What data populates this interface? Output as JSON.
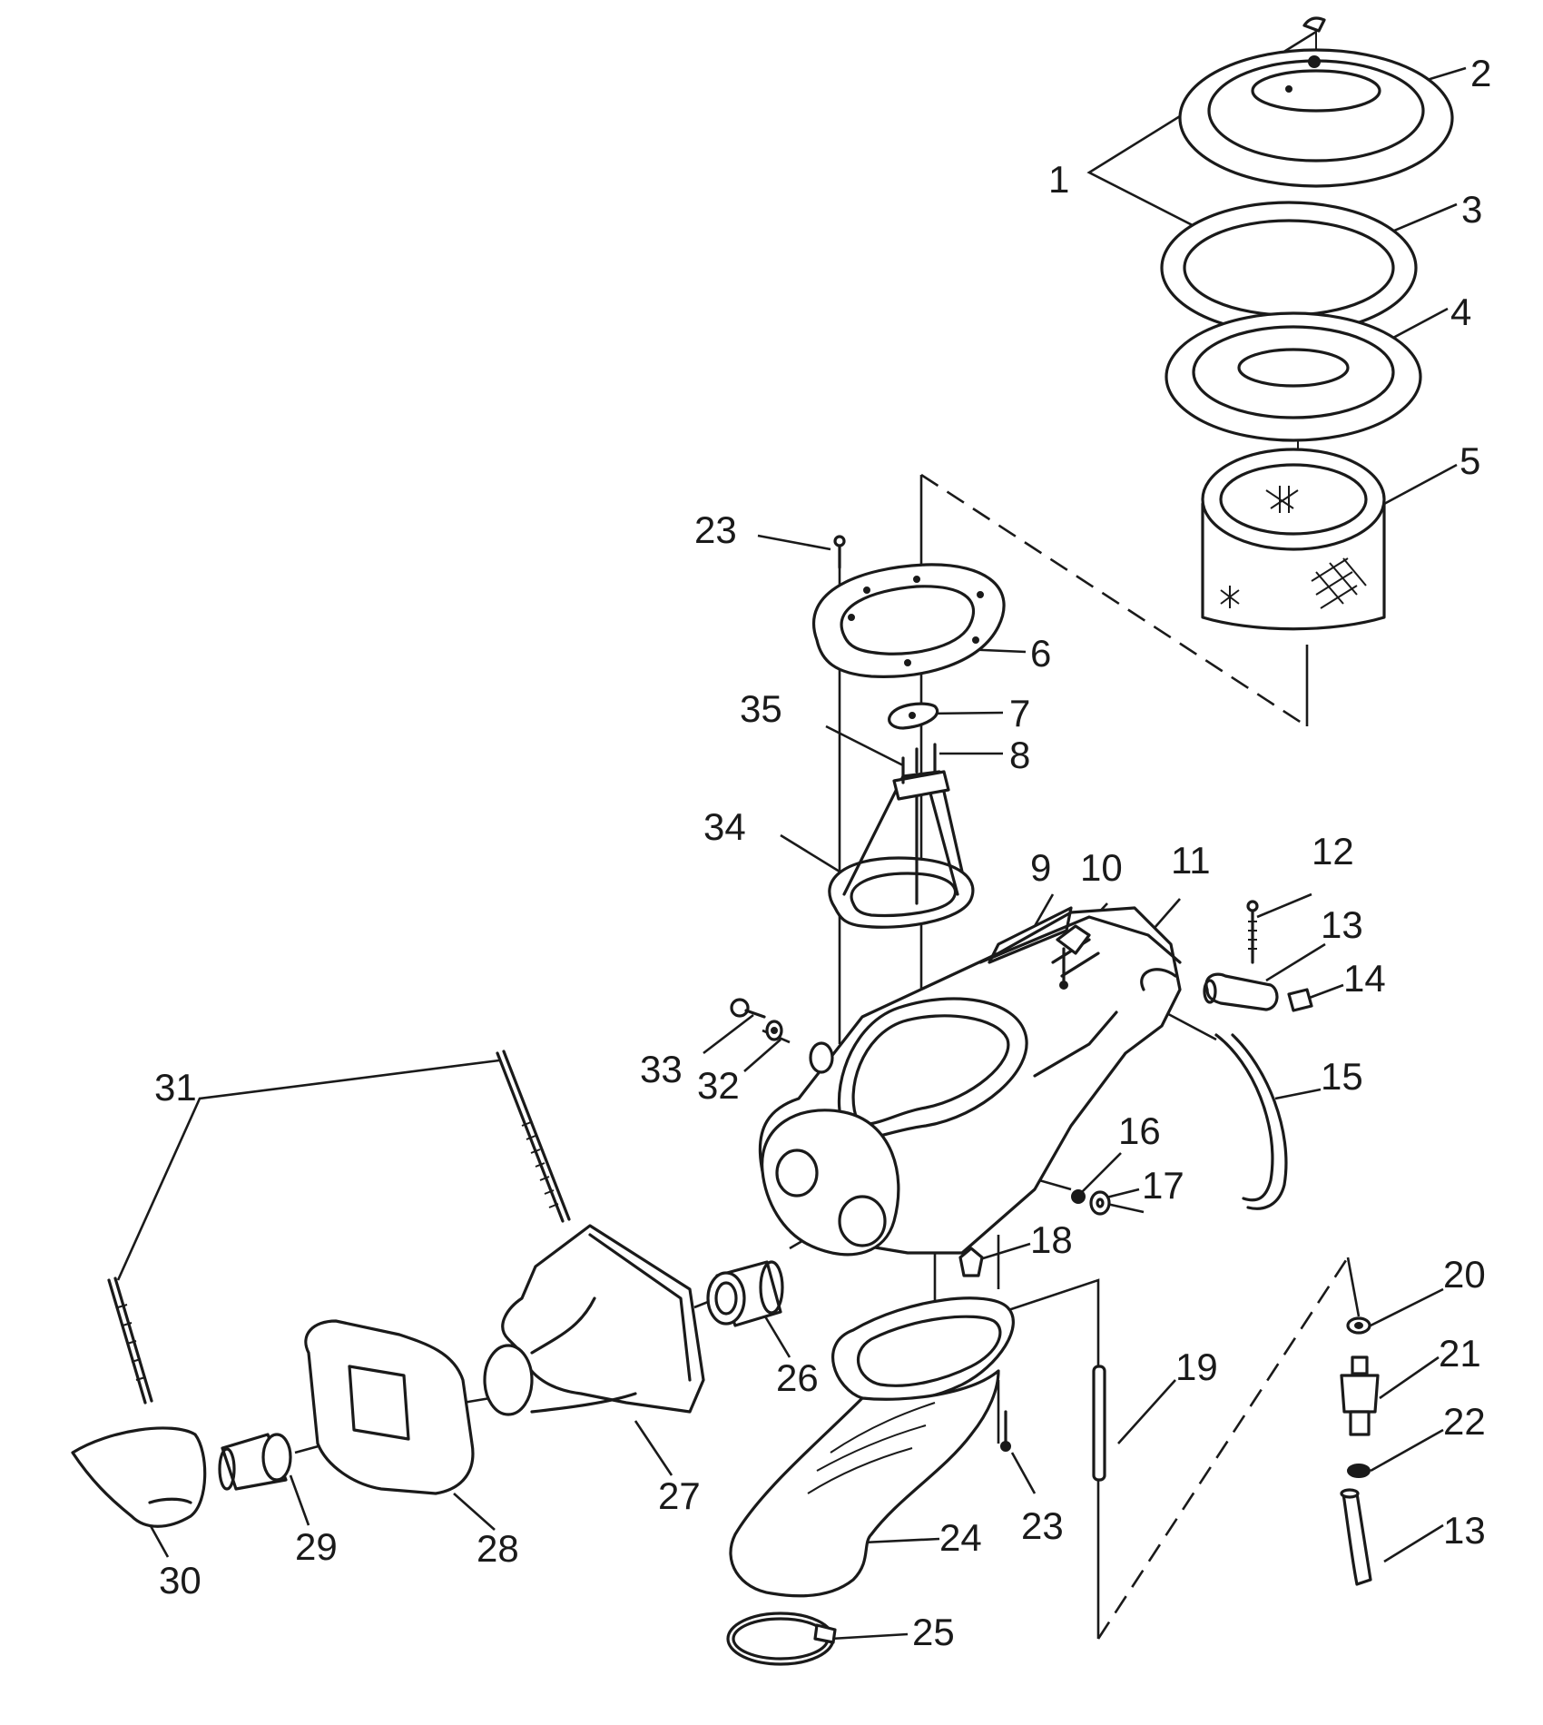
{
  "diagram": {
    "callouts": [
      {
        "id": "c1",
        "text": "1"
      },
      {
        "id": "c2",
        "text": "2"
      },
      {
        "id": "c3",
        "text": "3"
      },
      {
        "id": "c4",
        "text": "4"
      },
      {
        "id": "c5",
        "text": "5"
      },
      {
        "id": "c6",
        "text": "6"
      },
      {
        "id": "c7",
        "text": "7"
      },
      {
        "id": "c8",
        "text": "8"
      },
      {
        "id": "c9",
        "text": "9"
      },
      {
        "id": "c10",
        "text": "10"
      },
      {
        "id": "c11",
        "text": "11"
      },
      {
        "id": "c12",
        "text": "12"
      },
      {
        "id": "c13a",
        "text": "13"
      },
      {
        "id": "c13b",
        "text": "13"
      },
      {
        "id": "c14",
        "text": "14"
      },
      {
        "id": "c15",
        "text": "15"
      },
      {
        "id": "c16",
        "text": "16"
      },
      {
        "id": "c17",
        "text": "17"
      },
      {
        "id": "c18",
        "text": "18"
      },
      {
        "id": "c19",
        "text": "19"
      },
      {
        "id": "c20",
        "text": "20"
      },
      {
        "id": "c21",
        "text": "21"
      },
      {
        "id": "c22",
        "text": "22"
      },
      {
        "id": "c23a",
        "text": "23"
      },
      {
        "id": "c23b",
        "text": "23"
      },
      {
        "id": "c24",
        "text": "24"
      },
      {
        "id": "c25",
        "text": "25"
      },
      {
        "id": "c26",
        "text": "26"
      },
      {
        "id": "c27",
        "text": "27"
      },
      {
        "id": "c28",
        "text": "28"
      },
      {
        "id": "c29",
        "text": "29"
      },
      {
        "id": "c30",
        "text": "30"
      },
      {
        "id": "c31",
        "text": "31"
      },
      {
        "id": "c32",
        "text": "32"
      },
      {
        "id": "c33",
        "text": "33"
      },
      {
        "id": "c34",
        "text": "34"
      },
      {
        "id": "c35",
        "text": "35"
      }
    ]
  }
}
